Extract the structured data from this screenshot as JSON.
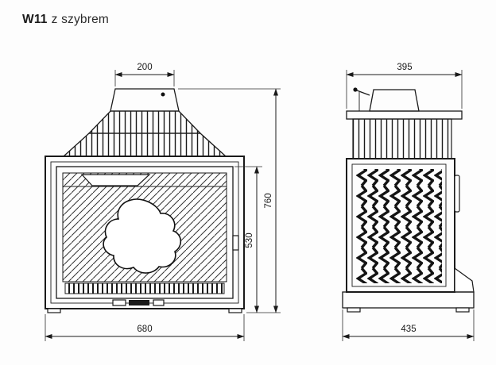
{
  "title": {
    "model": "W11",
    "variant": "z szybrem"
  },
  "front_view": {
    "dimensions": {
      "flue_width": "200",
      "overall_height": "760",
      "firebox_height": "530",
      "overall_width": "680"
    }
  },
  "side_view": {
    "dimensions": {
      "top_depth": "395",
      "base_depth": "435"
    }
  },
  "colors": {
    "line": "#1a1a1a",
    "background": "#fdfdfd"
  }
}
